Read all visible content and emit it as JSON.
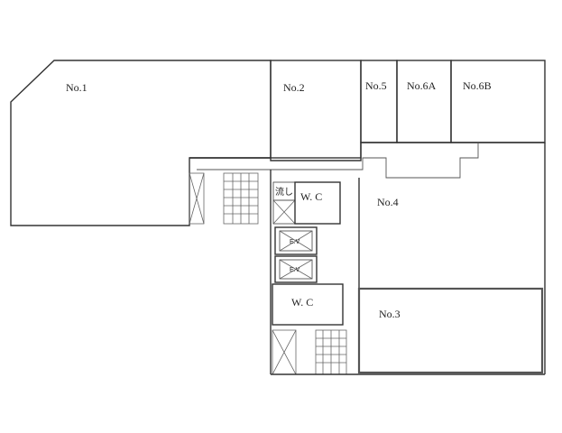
{
  "rooms": {
    "no1": "No.1",
    "no2": "No.2",
    "no3": "No.3",
    "no4": "No.4",
    "no5": "No.5",
    "no6a": "No.6A",
    "no6b": "No.6B",
    "wc_upper": "W. C",
    "wc_lower": "W. C",
    "sink": "流し",
    "ev_upper": "E.V",
    "ev_lower": "E.V"
  }
}
